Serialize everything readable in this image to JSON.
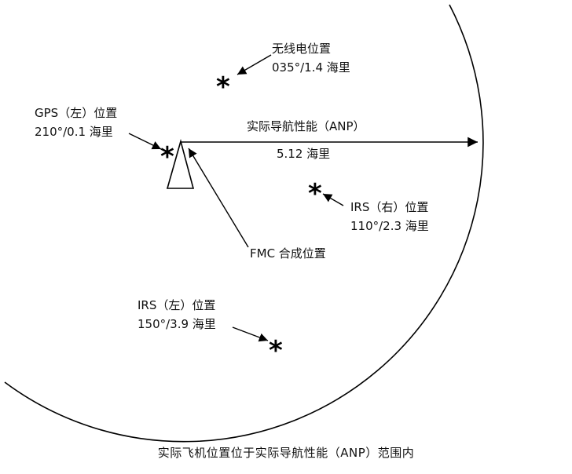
{
  "sources": {
    "radio": {
      "name": "无线电位置",
      "fix": "035°/1.4 海里"
    },
    "gps_left": {
      "name": "GPS（左）位置",
      "fix": "210°/0.1 海里"
    },
    "irs_right": {
      "name": "IRS（右）位置",
      "fix": "110°/2.3 海里"
    },
    "irs_left": {
      "name": "IRS（左）位置",
      "fix": "150°/3.9 海里"
    }
  },
  "anp": {
    "label": "实际导航性能（ANP）",
    "value": "5.12 海里"
  },
  "fmc": {
    "label": "FMC 合成位置"
  },
  "caption": "实际飞机位置位于实际导航性能（ANP）范围内",
  "marker_symbol": "*",
  "colors": {
    "line": "#000000",
    "background": "#ffffff"
  }
}
